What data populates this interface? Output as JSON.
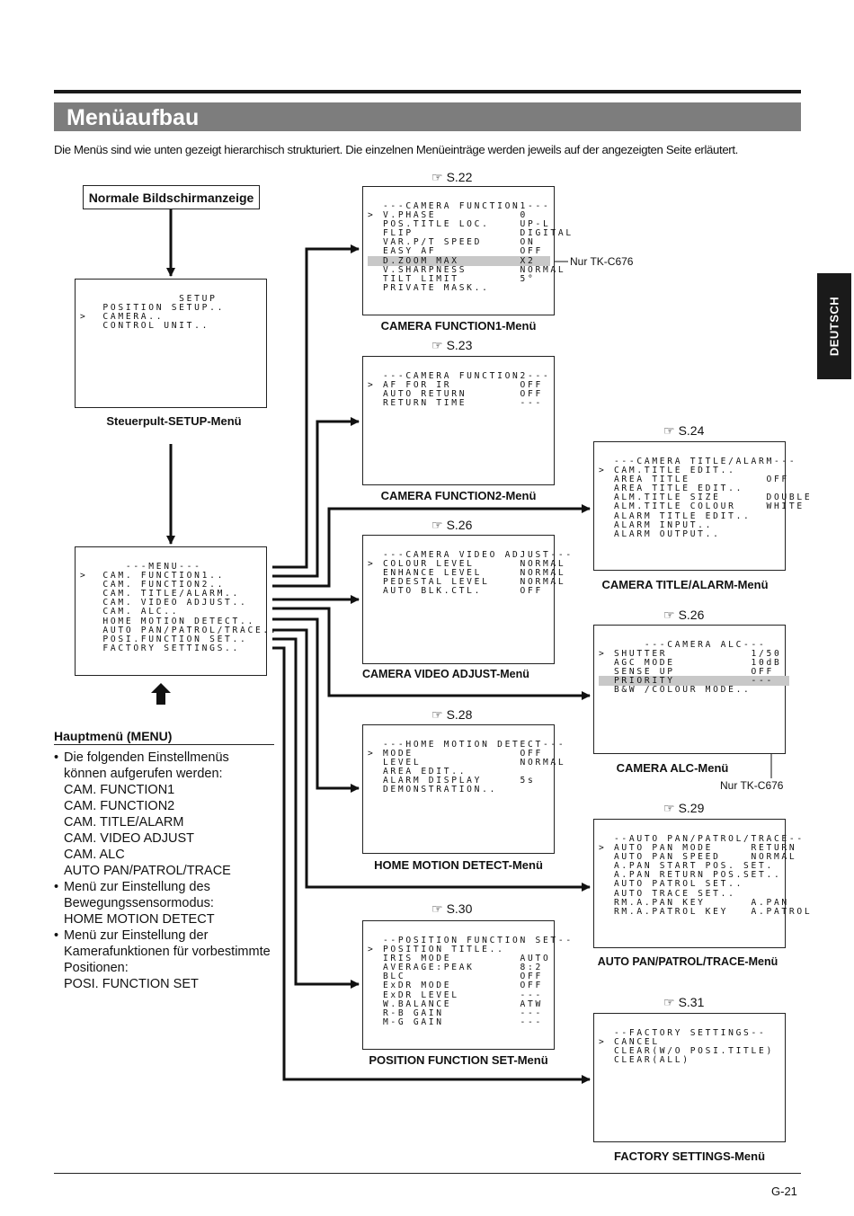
{
  "header": {
    "title": "Menüaufbau"
  },
  "intro": "Die Menüs sind wie unten gezeigt hierarchisch strukturiert. Die einzelnen Menüeinträge werden jeweils auf der angezeigten Seite erläutert.",
  "side_tab": "DEUTSCH",
  "normal_display": "Normale Bildschirmanzeige",
  "setup_menu": {
    "screen": "             SETUP\n   POSITION SETUP..\n>  CAMERA..\n   CONTROL UNIT..",
    "caption": "Steuerpult-SETUP-Menü"
  },
  "main_menu": {
    "screen": "      ---MENU---\n>  CAM. FUNCTION1..\n   CAM. FUNCTION2..\n   CAM. TITLE/ALARM..\n   CAM. VIDEO ADJUST..\n   CAM. ALC..\n   HOME MOTION DETECT..\n   AUTO PAN/PATROL/TRACE..\n   POSI.FUNCTION SET..\n   FACTORY SETTINGS..",
    "heading": "Hauptmenü (MENU)",
    "bullets": [
      "Die folgenden Einstellmenüs können aufgerufen werden:",
      "Menü zur Einstellung des Bewegungssensormodus:",
      "Menü zur Einstellung der Kamerafunktionen für vorbestimmte Positionen:"
    ],
    "sub_lines": [
      [
        "CAM. FUNCTION1",
        "CAM. FUNCTION2",
        "CAM. TITLE/ALARM",
        "CAM. VIDEO ADJUST",
        "CAM. ALC",
        "AUTO PAN/PATROL/TRACE"
      ],
      [
        "HOME MOTION DETECT"
      ],
      [
        "POSI. FUNCTION SET"
      ]
    ]
  },
  "menus": {
    "cf1": {
      "ref": "S.22",
      "screen_before": "  ---CAMERA FUNCTION1---\n> V.PHASE           0\n  POS.TITLE LOC.    UP-L\n  FLIP              DIGITAL\n  VAR.P/T SPEED     ON\n  EASY AF           OFF",
      "screen_hl": "  D.ZOOM MAX        X2  ",
      "screen_after": "  V.SHARPNESS       NORMAL\n  TILT LIMIT        5°\n  PRIVATE MASK..",
      "caption": "CAMERA FUNCTION1-Menü",
      "note": "Nur TK-C676"
    },
    "cf2": {
      "ref": "S.23",
      "screen": "  ---CAMERA FUNCTION2---\n> AF FOR IR         OFF\n  AUTO RETURN       OFF\n  RETURN TIME       ---",
      "caption": "CAMERA FUNCTION2-Menü"
    },
    "cva": {
      "ref": "S.26",
      "screen": "  ---CAMERA VIDEO ADJUST---\n> COLOUR LEVEL      NORMAL\n  ENHANCE LEVEL     NORMAL\n  PEDESTAL LEVEL    NORMAL\n  AUTO BLK.CTL.     OFF",
      "caption": "CAMERA VIDEO ADJUST-Menü"
    },
    "hmd": {
      "ref": "S.28",
      "screen": "  ---HOME MOTION DETECT---\n> MODE              OFF\n  LEVEL             NORMAL\n  AREA EDIT..\n  ALARM DISPLAY     5s\n  DEMONSTRATION..",
      "caption": "HOME MOTION DETECT-Menü"
    },
    "pfs": {
      "ref": "S.30",
      "screen": "  --POSITION FUNCTION SET--\n> POSITION TITLE..\n  IRIS MODE         AUTO\n  AVERAGE:PEAK      8:2\n  BLC               OFF\n  ExDR MODE         OFF\n  ExDR LEVEL        ---\n  W.BALANCE         ATW\n  R-B GAIN          ---\n  M-G GAIN          ---",
      "caption": "POSITION FUNCTION SET-Menü"
    },
    "cta": {
      "ref": "S.24",
      "screen": "  ---CAMERA TITLE/ALARM---\n> CAM.TITLE EDIT..\n  AREA TITLE          OFF\n  AREA TITLE EDIT..\n  ALM.TITLE SIZE      DOUBLE\n  ALM.TITLE COLOUR    WHITE\n  ALARM TITLE EDIT..\n  ALARM INPUT..\n  ALARM OUTPUT..",
      "caption": "CAMERA TITLE/ALARM-Menü"
    },
    "alc": {
      "ref": "S.26",
      "screen_before": "      ---CAMERA ALC---\n> SHUTTER           1/50\n  AGC MODE          10dB\n  SENSE UP          OFF",
      "screen_hl": "  PRIORITY          ---  ",
      "screen_after": "  B&W /COLOUR MODE..",
      "caption": "CAMERA ALC-Menü",
      "note": "Nur TK-C676"
    },
    "apt": {
      "ref": "S.29",
      "screen": "  --AUTO PAN/PATROL/TRACE--\n> AUTO PAN MODE     RETURN\n  AUTO PAN SPEED    NORMAL\n  A.PAN START POS. SET.\n  A.PAN RETURN POS.SET..\n  AUTO PATROL SET..\n  AUTO TRACE SET..\n  RM.A.PAN KEY      A.PAN\n  RM.A.PATROL KEY   A.PATROL",
      "caption": "AUTO PAN/PATROL/TRACE-Menü"
    },
    "fs": {
      "ref": "S.31",
      "screen": "  --FACTORY SETTINGS--\n> CANCEL\n  CLEAR(W/O POSI.TITLE)\n  CLEAR(ALL)",
      "caption": "FACTORY SETTINGS-Menü"
    }
  },
  "ref_icon": "☞",
  "footer": {
    "page": "G-21"
  }
}
